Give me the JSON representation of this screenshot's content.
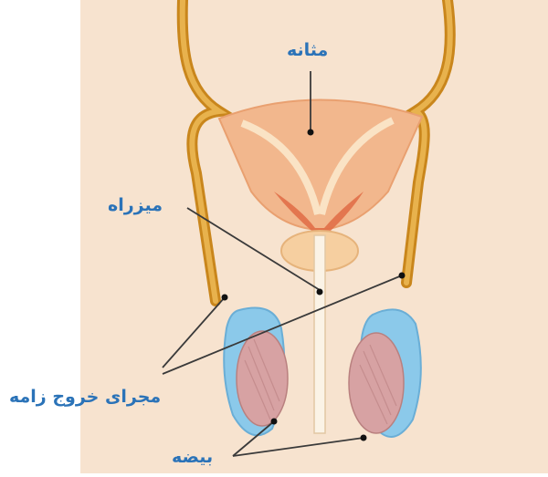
{
  "labels": {
    "bladder": "مثانه",
    "urethra": "میزراه",
    "vas_deferens": "مجرای خروج زامه",
    "testis": "بیضه"
  },
  "colors": {
    "background": "#f7e3cf",
    "bladder": "#f2b78d",
    "bladder_inner": "#e06b44",
    "duct": "#d99a2b",
    "epididymis": "#8bc9ea",
    "testis": "#d7a2a3",
    "label_text": "#2b73b8",
    "leader_line": "#3a3a3a"
  }
}
